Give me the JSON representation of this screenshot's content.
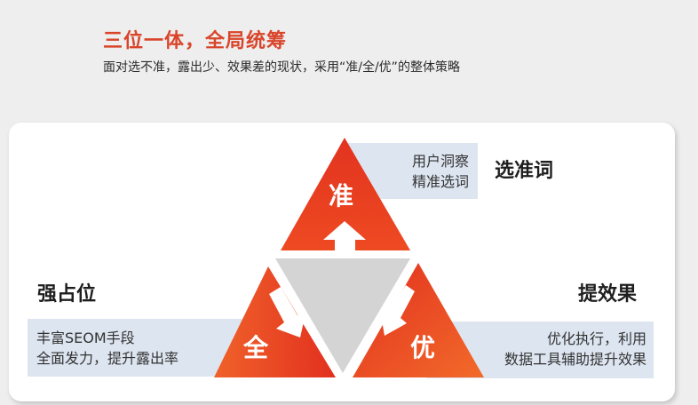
{
  "header": {
    "title": "三位一体，全局统筹",
    "subtitle": "面对选不准，露出少、效果差的现状，采用“准/全/优”的整体策略"
  },
  "colors": {
    "title": "#d9452a",
    "triangle_dark": "#e2331f",
    "triangle_light": "#f0622a",
    "center": "#d4d4d4",
    "strip": "#dde5f0",
    "background": "#eeeeee",
    "card": "#ffffff"
  },
  "diagram": {
    "top": {
      "char": "准",
      "heading": "选准词",
      "lines": [
        "用户洞察",
        "精准选词"
      ],
      "arrow": "arrow-up-icon"
    },
    "left": {
      "char": "全",
      "heading": "强占位",
      "lines": [
        "丰富SEOM手段",
        "全面发力，提升露出率"
      ],
      "arrow": "arrow-down-left-icon"
    },
    "right": {
      "char": "优",
      "heading": "提效果",
      "lines": [
        "优化执行，利用",
        "数据工具辅助提升效果"
      ],
      "arrow": "arrow-down-right-icon"
    }
  }
}
